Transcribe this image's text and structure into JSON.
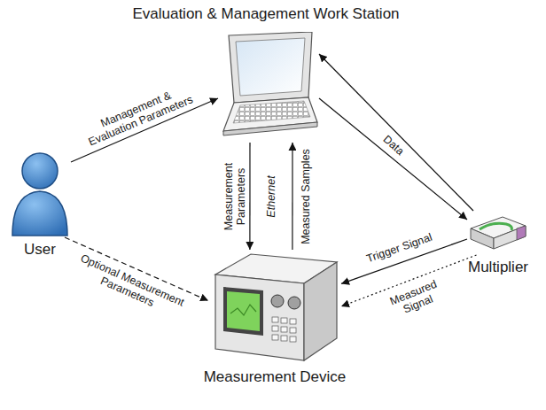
{
  "diagram": {
    "nodes": [
      {
        "text": [
          "Evaluation & Management Work Station"
        ]
      },
      {
        "text": [
          "User"
        ]
      },
      {
        "text": [
          "Multiplier"
        ]
      },
      {
        "text": [
          "Measurement Device"
        ]
      }
    ],
    "edges": [
      {
        "from": 1,
        "to": 0,
        "label": "Management & Evaluation Parameters",
        "arrow": "to"
      },
      {
        "from": 1,
        "to": 3,
        "label": "Optional Measurement Parameters",
        "arrow": "to"
      },
      {
        "from": 0,
        "to": 3,
        "label": "Measurement Parameters",
        "arrow": "to"
      },
      {
        "from": 3,
        "to": 0,
        "label": "Measured Samples",
        "arrow": "to"
      },
      {
        "from": 0,
        "to": 2,
        "label": "Data",
        "arrow": "to"
      },
      {
        "from": 2,
        "to": 0,
        "arrow": "to"
      },
      {
        "from": 2,
        "to": 3,
        "label": "Trigger Signal",
        "arrow": "to"
      },
      {
        "from": 2,
        "to": 3,
        "label": "Measured Signal",
        "arrow": "to"
      }
    ],
    "labels": [
      "Ethernet"
    ]
  }
}
